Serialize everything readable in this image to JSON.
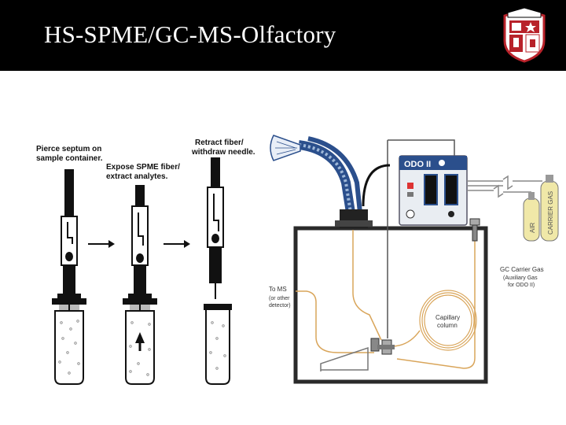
{
  "slide": {
    "title": "HS-SPME/GC-MS-Olfactory",
    "logo_icon": "university-crest-icon"
  },
  "spme": {
    "step1": [
      "Pierce septum on",
      "sample container."
    ],
    "step2": [
      "Expose SPME fiber/",
      "extract analytes."
    ],
    "step3": [
      "Retract fiber/",
      "withdraw needle."
    ]
  },
  "gc": {
    "odo_label": "ODO II",
    "to_ms": [
      "To MS",
      "(or other",
      "detector)"
    ],
    "capillary": [
      "Capillary",
      "column"
    ],
    "carrier": [
      "GC Carrier Gas",
      "(Auxiliary Gas",
      "for ODO II)"
    ],
    "air": "AIR",
    "carrier_cyl": "CARRIER GAS"
  },
  "colors": {
    "header_bg": "#000000",
    "title_text": "#ffffff",
    "column_tube": "#d9a55a",
    "crest_red": "#b8222a"
  }
}
